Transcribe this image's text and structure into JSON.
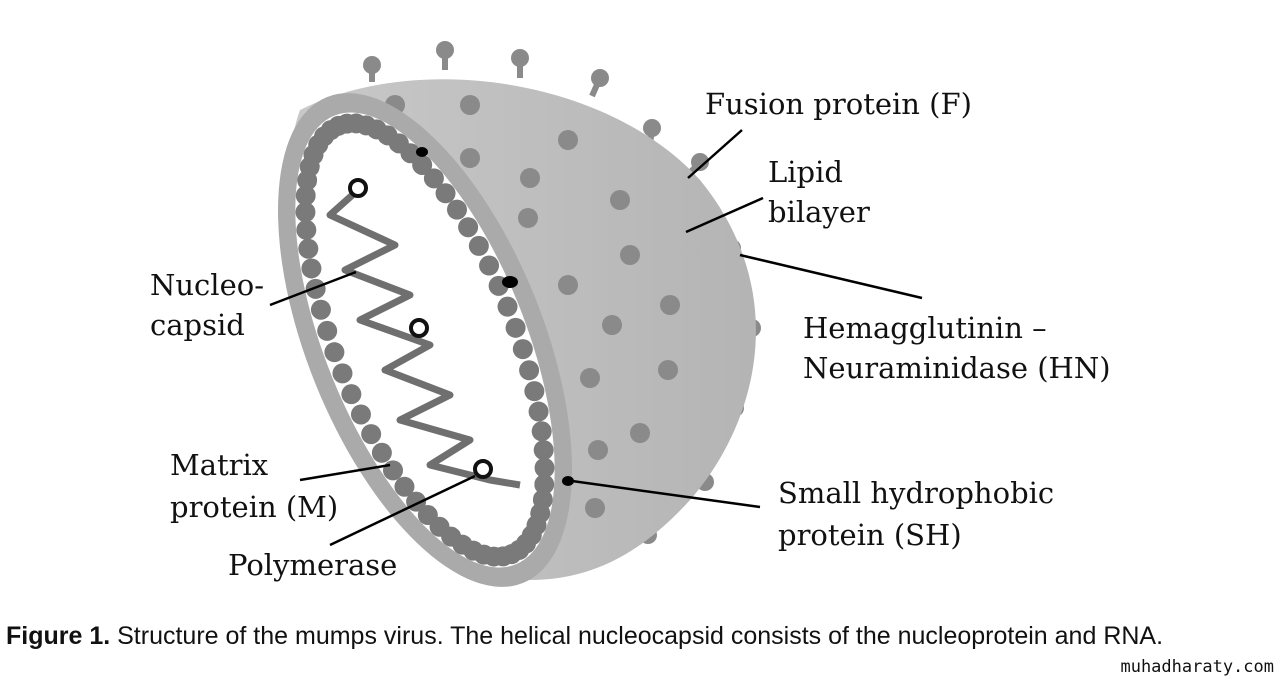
{
  "labels": {
    "fusion": "Fusion protein (F)",
    "lipid_1": "Lipid",
    "lipid_2": "bilayer",
    "nucleo_1": "Nucleo-",
    "nucleo_2": "capsid",
    "hn_1": "Hemagglutinin –",
    "hn_2": "Neuraminidase (HN)",
    "matrix_1": "Matrix",
    "matrix_2": "protein (M)",
    "polymerase": "Polymerase",
    "sh_1": "Small hydrophobic",
    "sh_2": "protein (SH)"
  },
  "caption": {
    "prefix": "Figure 1.",
    "text": " Structure of the mumps virus. The helical nucleocapsid consists of the nucleoprotein and RNA."
  },
  "watermark": "muhadharaty.com",
  "colors": {
    "shell": "#bdbdbd",
    "rim": "#a8a8a8",
    "spike": "#8a8a8a",
    "bead": "#7a7a7a"
  }
}
